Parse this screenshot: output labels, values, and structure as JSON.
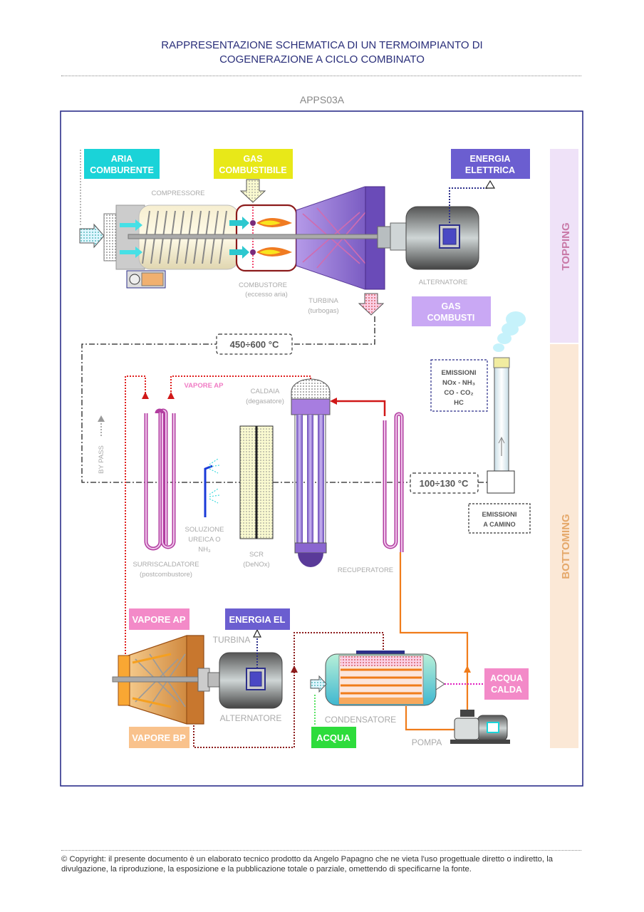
{
  "header": {
    "title_line1": "RAPPRESENTAZIONE SCHEMATICA DI UN TERMOIMPIANTO DI",
    "title_line2": "COGENERAZIONE A CICLO COMBINATO",
    "code": "APPS03A"
  },
  "labels": {
    "aria_1": "ARIA",
    "aria_2": "COMBURENTE",
    "gas_comb_1": "GAS",
    "gas_comb_2": "COMBUSTIBILE",
    "energia_el_1": "ENERGIA",
    "energia_el_2": "ELETTRICA",
    "compressore": "COMPRESSORE",
    "combustore_1": "COMBUSTORE",
    "combustore_2": "(eccesso aria)",
    "turbina_gas_1": "TURBINA",
    "turbina_gas_2": "(turbogas)",
    "alternatore_top": "ALTERNATORE",
    "gas_combusti_1": "GAS",
    "gas_combusti_2": "COMBUSTI",
    "temp_high": "450÷600 °C",
    "topping": "TOPPING",
    "bottoming": "BOTTOMING",
    "vapore_ap_top": "VAPORE AP",
    "caldaia_1": "CALDAIA",
    "caldaia_2": "(degasatore)",
    "emissioni_1": "EMISSIONI",
    "emissioni_2": "NOx - NH₃",
    "emissioni_3": "CO - CO₂",
    "emissioni_4": "HC",
    "by_pass": "BY PASS",
    "temp_low": "100÷130 °C",
    "emissioni_camino_1": "EMISSIONI",
    "emissioni_camino_2": "A CAMINO",
    "soluzione_1": "SOLUZIONE",
    "soluzione_2": "UREICA O",
    "soluzione_3": "NH₃",
    "scr_1": "SCR",
    "scr_2": "(DeNOx)",
    "surriscaldatore_1": "SURRISCALDATORE",
    "surriscaldatore_2": "(postcombustore)",
    "recuperatore": "RECUPERATORE",
    "vapore_ap_bottom": "VAPORE AP",
    "energia_el_bottom": "ENERGIA EL",
    "turbina": "TURBINA",
    "alternatore_bottom": "ALTERNATORE",
    "condensatore": "CONDENSATORE",
    "acqua_calda_1": "ACQUA",
    "acqua_calda_2": "CALDA",
    "vapore_bp": "VAPORE BP",
    "acqua": "ACQUA",
    "pompa": "POMPA"
  },
  "footer": {
    "copyright": "© Copyright: il presente documento è un elaborato tecnico prodotto da Angelo Papagno che ne vieta l'uso progettuale diretto o indiretto, la divulgazione, la riproduzione, la esposizione e la pubblicazione totale o parziale, omettendo di specificarne la fonte."
  },
  "colors": {
    "cyan": "#1ad3d8",
    "yellow": "#e8e818",
    "blue_violet": "#6b5ed0",
    "lavender": "#c9a8f4",
    "pink": "#f38ac8",
    "peach": "#f9c28c",
    "green": "#2ddc3b",
    "frame": "#2c2f8a",
    "topping_band": "#efe2f8",
    "bottoming_band": "#fbe8d6"
  }
}
